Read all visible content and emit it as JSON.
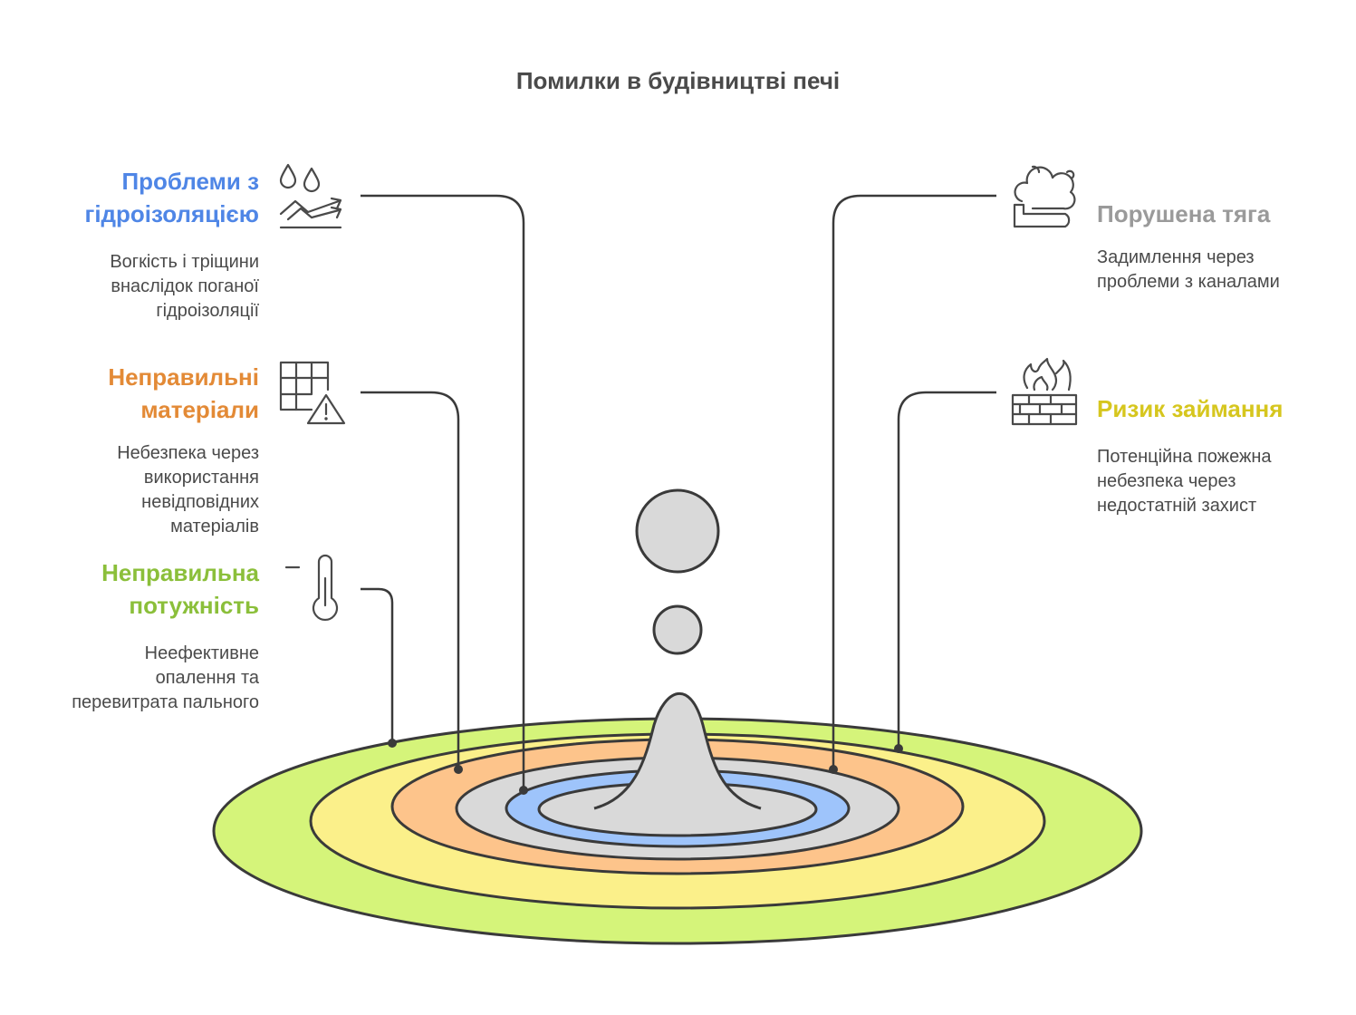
{
  "title": "Помилки в будівництві печі",
  "left": [
    {
      "heading_lines": [
        "Проблеми з",
        "гідроізоляцією"
      ],
      "description_lines": [
        "Вогкість і тріщини",
        "внаслідок поганої",
        "гідроізоляції"
      ],
      "color": "#4f86e6",
      "icon": "water-drops-trend-icon"
    },
    {
      "heading_lines": [
        "Неправильні",
        "матеріали"
      ],
      "description_lines": [
        "Небезпека через",
        "використання",
        "невідповідних",
        "матеріалів"
      ],
      "color": "#e38a36",
      "icon": "grid-warning-icon"
    },
    {
      "heading_lines": [
        "Неправильна",
        "потужність"
      ],
      "description_lines": [
        "Неефективне",
        "опалення та",
        "перевитрата пального"
      ],
      "color": "#8bbf3a",
      "icon": "thermometer-icon"
    }
  ],
  "right": [
    {
      "heading_lines": [
        "Порушена тяга"
      ],
      "description_lines": [
        "Задимлення через",
        "проблеми з каналами"
      ],
      "color": "#9a9a9a",
      "icon": "smoke-chimney-icon"
    },
    {
      "heading_lines": [
        "Ризик займання"
      ],
      "description_lines": [
        "Потенційна пожежна",
        "небезпека через",
        "недостатній захист"
      ],
      "color": "#d6c61e",
      "icon": "brick-wall-fire-icon"
    }
  ],
  "ring_colors": {
    "outer": "#d5f47a",
    "yellow": "#fbf08a",
    "orange": "#fdc48b",
    "gray": "#d9d9d9",
    "blue": "#9ec4fb",
    "inner": "#d9d9d9"
  }
}
